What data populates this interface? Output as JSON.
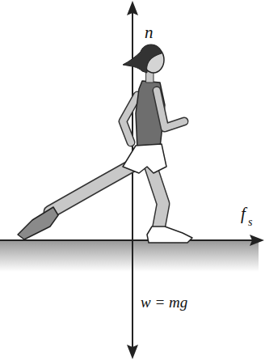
{
  "diagram": {
    "labels": [
      "n",
      "f",
      "s",
      "w = mg"
    ]
  }
}
